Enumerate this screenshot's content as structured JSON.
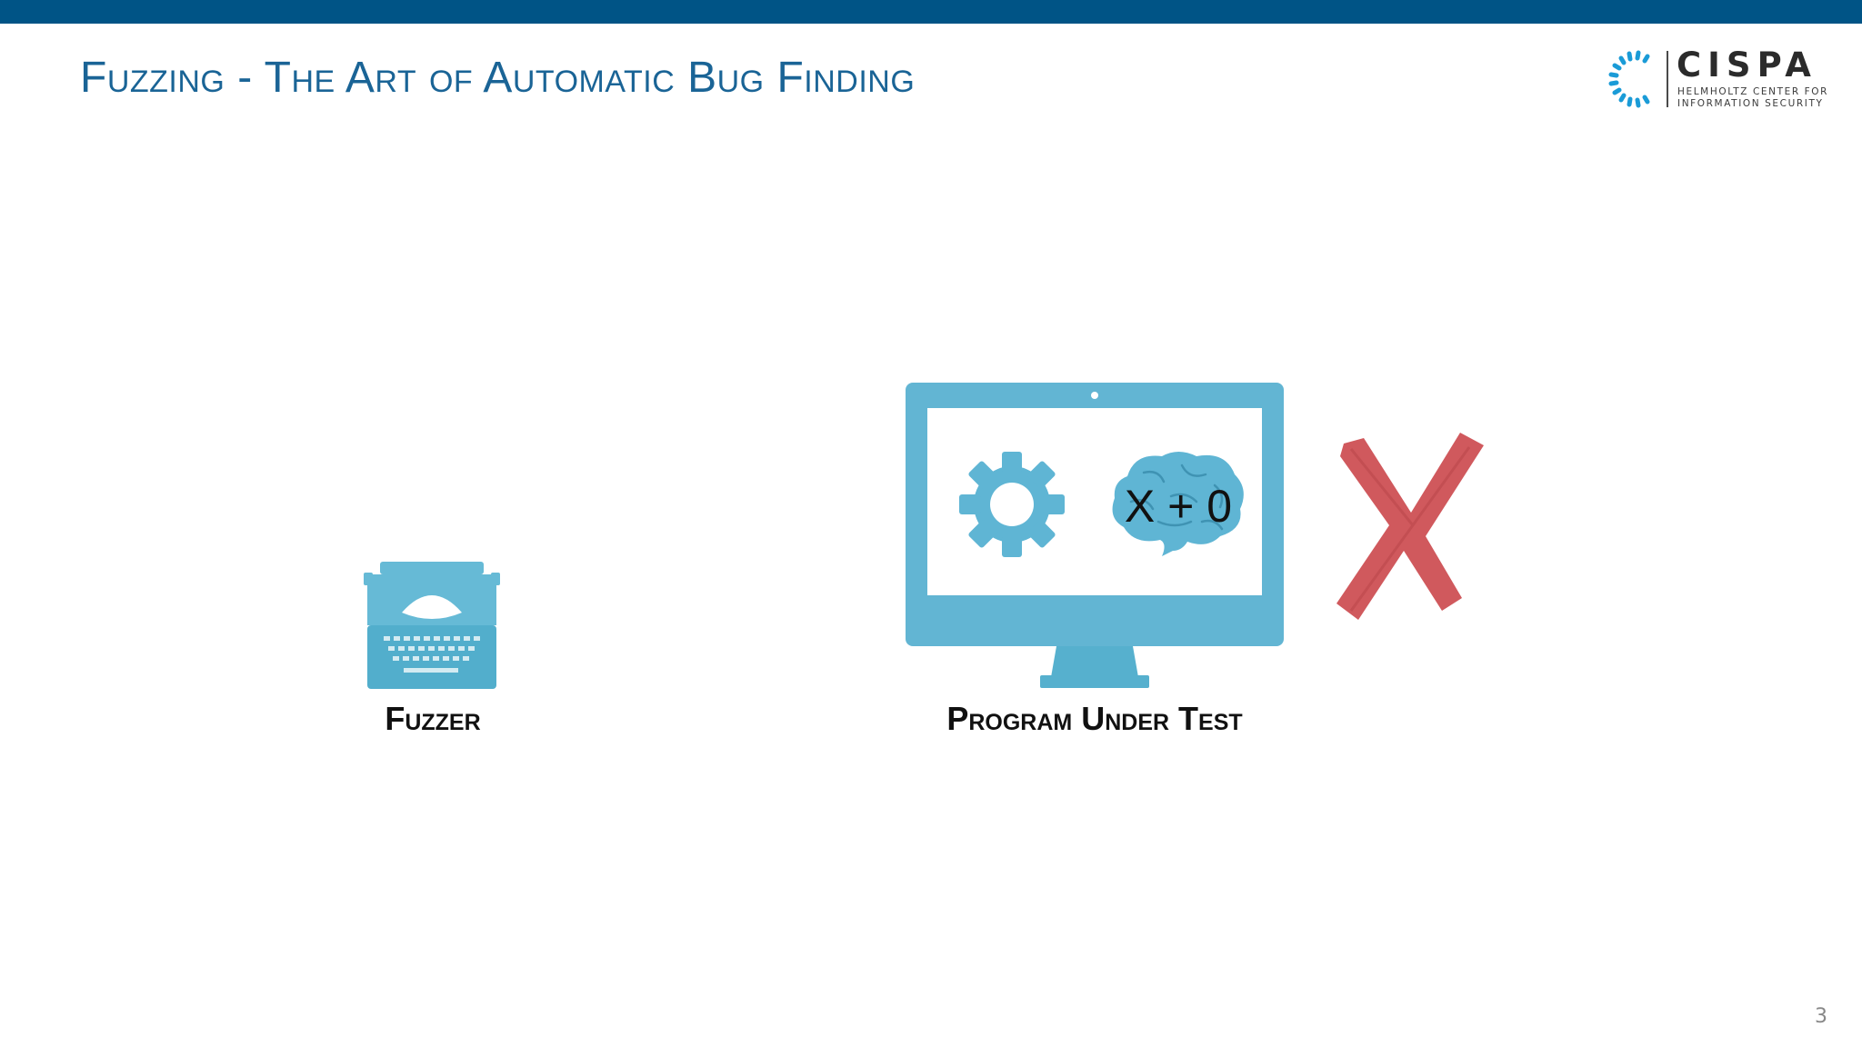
{
  "slide": {
    "title": "Fuzzing - The Art of Automatic Bug Finding",
    "page_number": "3"
  },
  "logo": {
    "name": "CISPA",
    "subtitle_line1": "HELMHOLTZ CENTER FOR",
    "subtitle_line2": "INFORMATION SECURITY"
  },
  "fuzzer": {
    "icon": "typewriter-icon",
    "label": "Fuzzer"
  },
  "program_under_test": {
    "icon": "monitor-icon",
    "label": "Program Under Test",
    "screen_icons": [
      "gear-icon",
      "brain-icon"
    ],
    "expression": "X + 0"
  },
  "result": {
    "icon": "red-cross-icon"
  },
  "colors": {
    "top_bar": "#005486",
    "title": "#1a6496",
    "icon_blue": "#5bb3cf",
    "cross_red": "#d05a5e"
  }
}
